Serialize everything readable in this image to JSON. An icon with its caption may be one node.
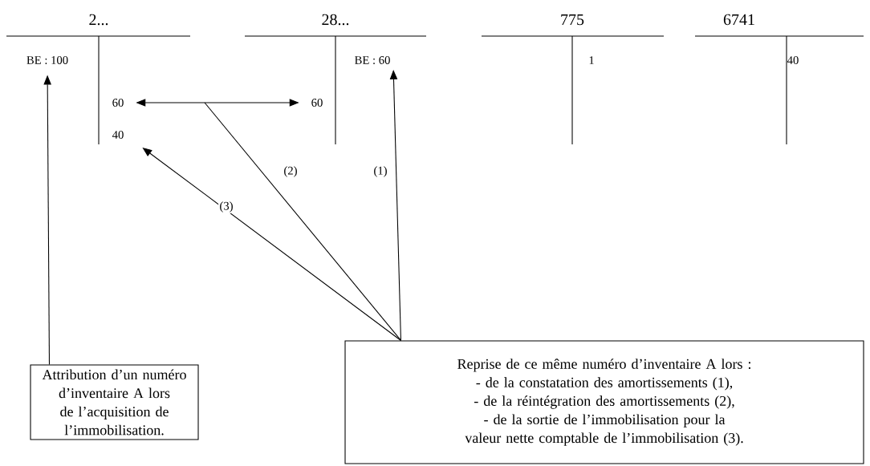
{
  "diagram": {
    "nodes": [
      {
        "text": [
          "2..."
        ]
      },
      {
        "text": [
          "BE : 100"
        ],
        "in": 0
      },
      {
        "text": [
          "60"
        ],
        "in": 0
      },
      {
        "text": [
          "40"
        ],
        "in": 0
      },
      {
        "text": [
          "28..."
        ]
      },
      {
        "text": [
          "60"
        ],
        "in": 4
      },
      {
        "text": [
          "BE : 60"
        ],
        "in": 4
      },
      {
        "text": [
          "775"
        ]
      },
      {
        "text": [
          "1"
        ],
        "in": 7
      },
      {
        "text": [
          "6741"
        ]
      },
      {
        "text": [
          "40"
        ],
        "in": 9
      },
      {
        "text": [
          "Attribution d’un numéro d’inventaire A lors de l’acquisition de l’immobilisation."
        ]
      },
      {
        "text": [
          "Reprise de ce même numéro d’inventaire A lors :",
          "- de la constatation des amortissements (1),",
          "- de la réintégration des amortissements (2),",
          "- de la sortie de l’immobilisation pour la valeur nette comptable de l’immobilisation (3)."
        ]
      }
    ],
    "edges": [
      {
        "from": 11,
        "to": 1,
        "arrow": "to"
      },
      {
        "from": 2,
        "to": 5,
        "arrow": "both"
      },
      {
        "from": 12,
        "to": null,
        "arrow": "none",
        "label": "(2)"
      },
      {
        "from": 12,
        "to": 6,
        "arrow": "to",
        "label": "(1)"
      },
      {
        "from": 12,
        "to": 3,
        "arrow": "to",
        "label": "(3)"
      }
    ]
  }
}
